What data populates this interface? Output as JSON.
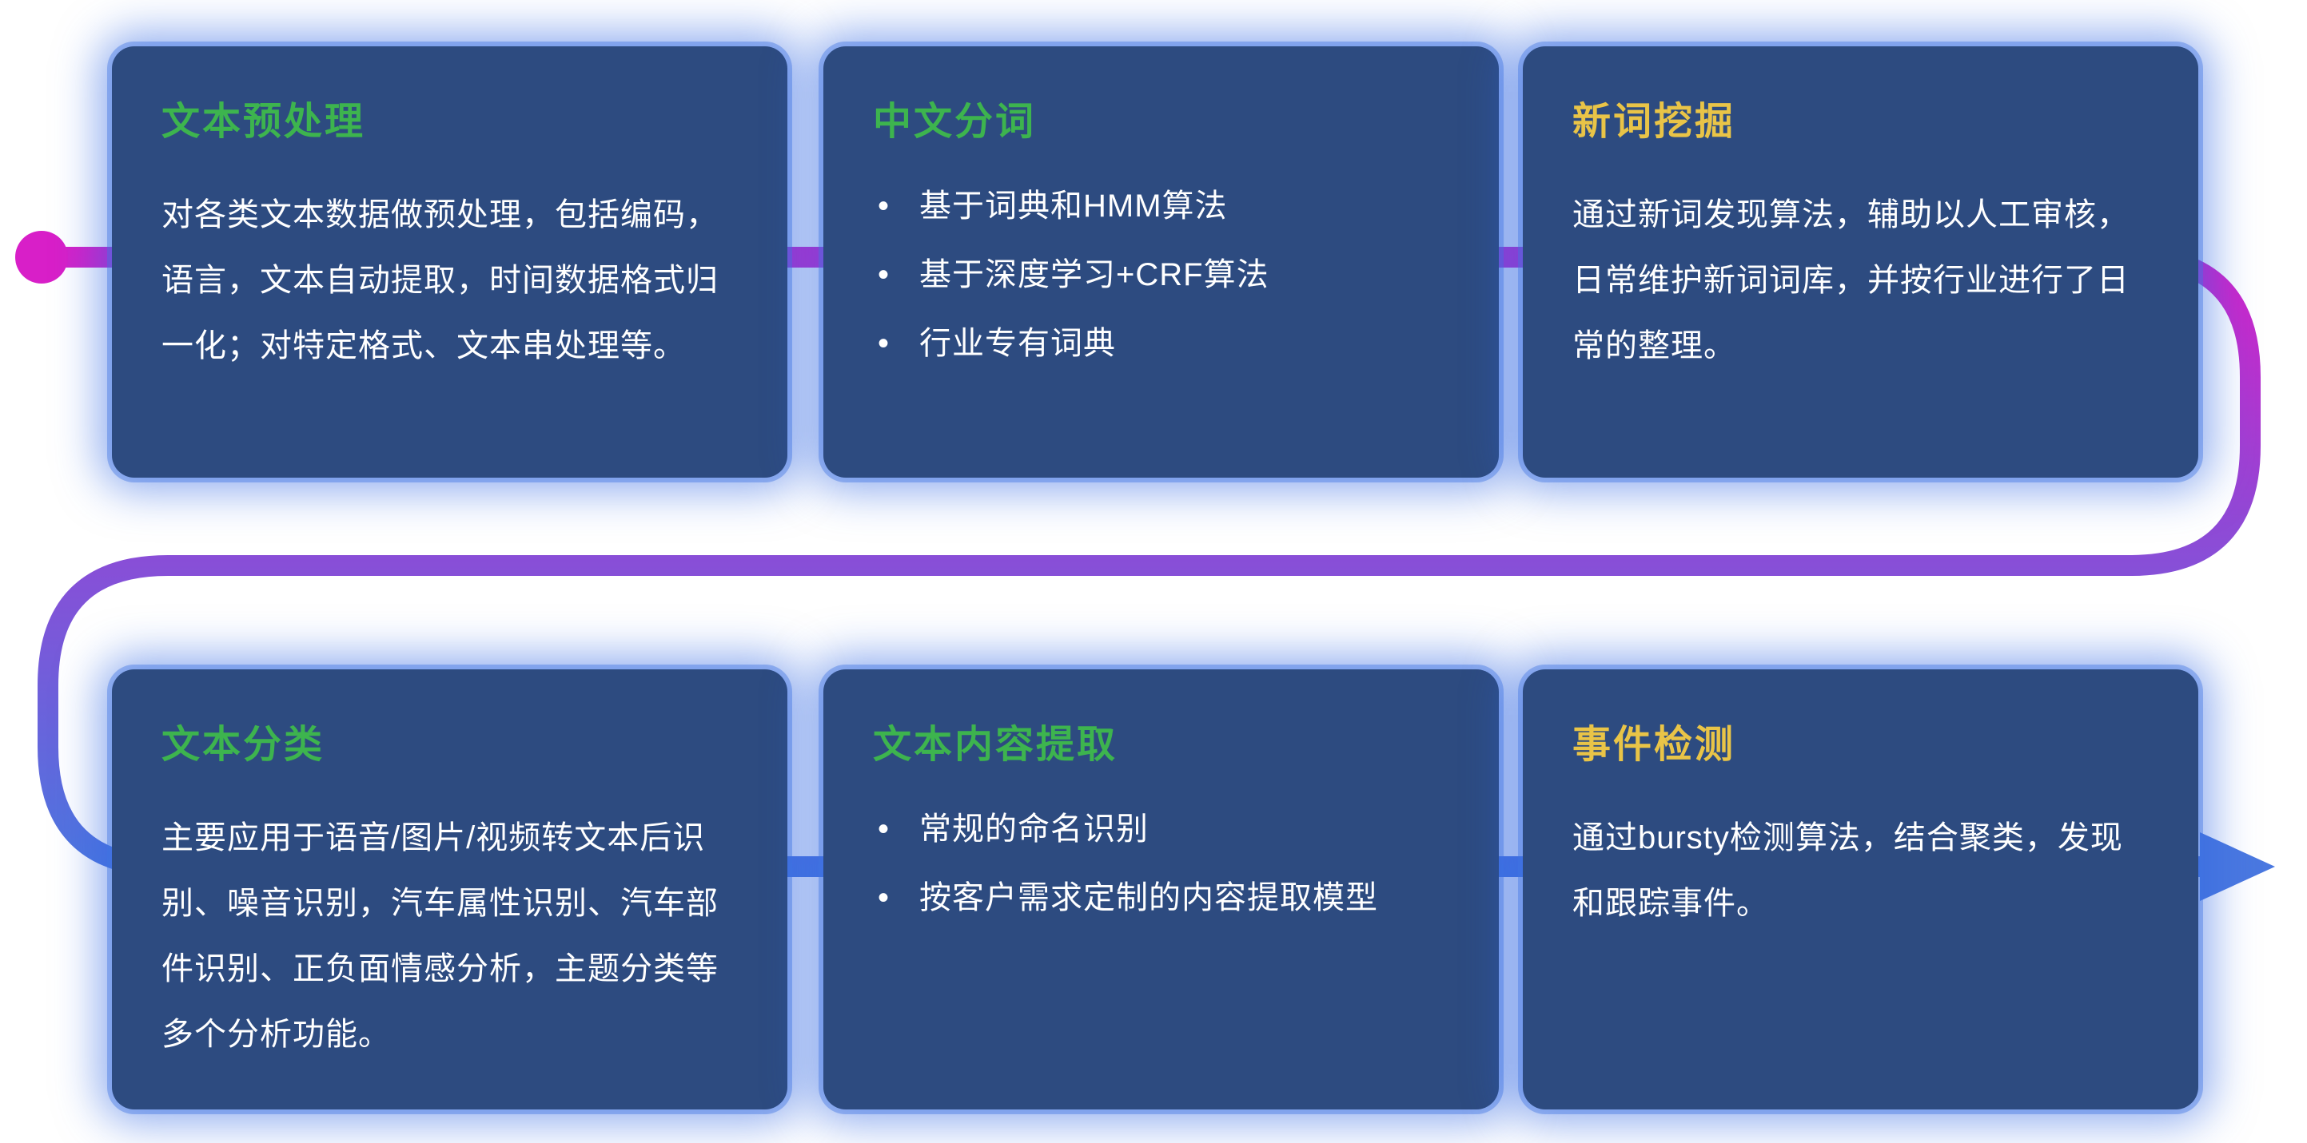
{
  "colors": {
    "card_background": "#2d4b80",
    "card_glow": "#2f66e2",
    "title_green": "#3db44e",
    "title_yellow": "#e9c447",
    "body_text": "#ffffff",
    "flow_start_magenta": "#d81fc8",
    "flow_mid_purple": "#8f4ad6",
    "flow_end_blue": "#4a78e0"
  },
  "flow": {
    "start_marker": "dot",
    "end_marker": "arrow-right"
  },
  "cards": [
    {
      "id": "text-preprocessing",
      "title": "文本预处理",
      "title_color": "green",
      "body": "对各类文本数据做预处理，包括编码，语言，文本自动提取，时间数据格式归一化；对特定格式、文本串处理等。"
    },
    {
      "id": "chinese-word-segmentation",
      "title": "中文分词",
      "title_color": "green",
      "bullets": [
        "基于词典和HMM算法",
        "基于深度学习+CRF算法",
        "行业专有词典"
      ]
    },
    {
      "id": "new-word-mining",
      "title": "新词挖掘",
      "title_color": "yellow",
      "body": "通过新词发现算法，辅助以人工审核，日常维护新词词库，并按行业进行了日常的整理。"
    },
    {
      "id": "text-classification",
      "title": "文本分类",
      "title_color": "green",
      "body": "主要应用于语音/图片/视频转文本后识别、噪音识别，汽车属性识别、汽车部件识别、正负面情感分析，主题分类等多个分析功能。"
    },
    {
      "id": "text-content-extraction",
      "title": "文本内容提取",
      "title_color": "green",
      "bullets": [
        "常规的命名识别",
        "按客户需求定制的内容提取模型"
      ]
    },
    {
      "id": "event-detection",
      "title": "事件检测",
      "title_color": "yellow",
      "body": "通过bursty检测算法，结合聚类，发现和跟踪事件。"
    }
  ]
}
